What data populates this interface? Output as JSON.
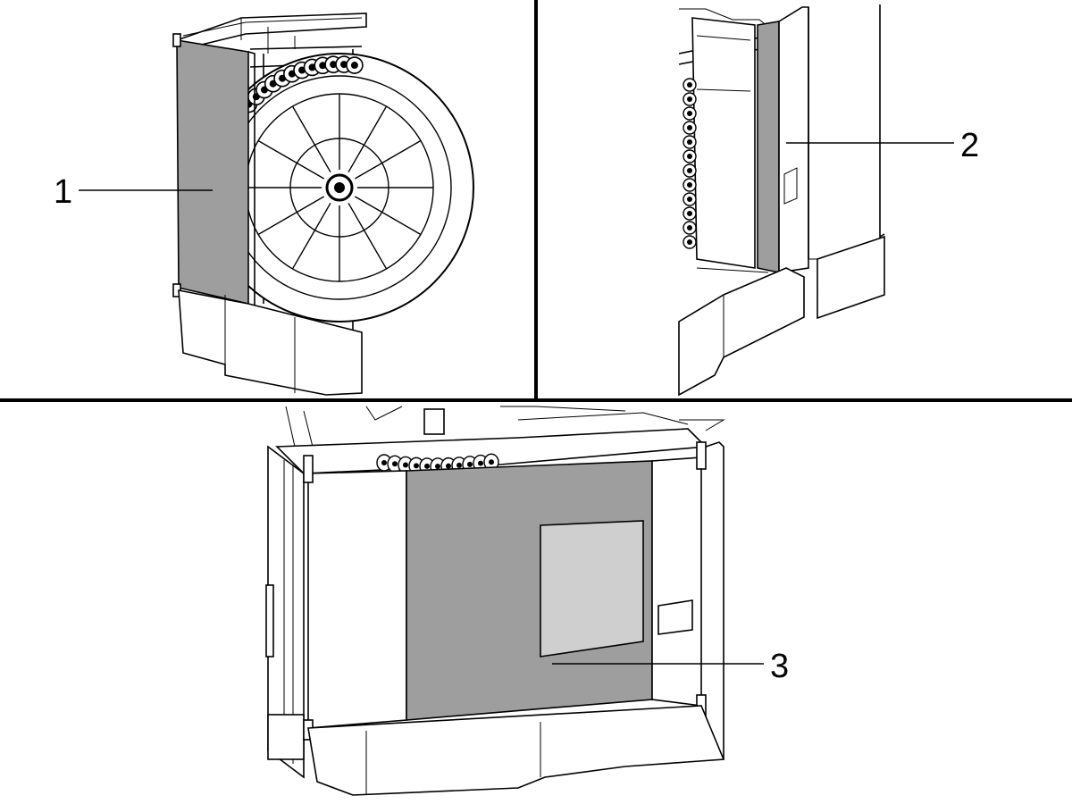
{
  "callouts": [
    {
      "id": "1",
      "label": "1"
    },
    {
      "id": "2",
      "label": "2"
    },
    {
      "id": "3",
      "label": "3"
    }
  ],
  "colors": {
    "highlight_panel": "#9e9e9e",
    "window": "#cfcfcf",
    "outline": "#000000",
    "background": "#ffffff"
  }
}
